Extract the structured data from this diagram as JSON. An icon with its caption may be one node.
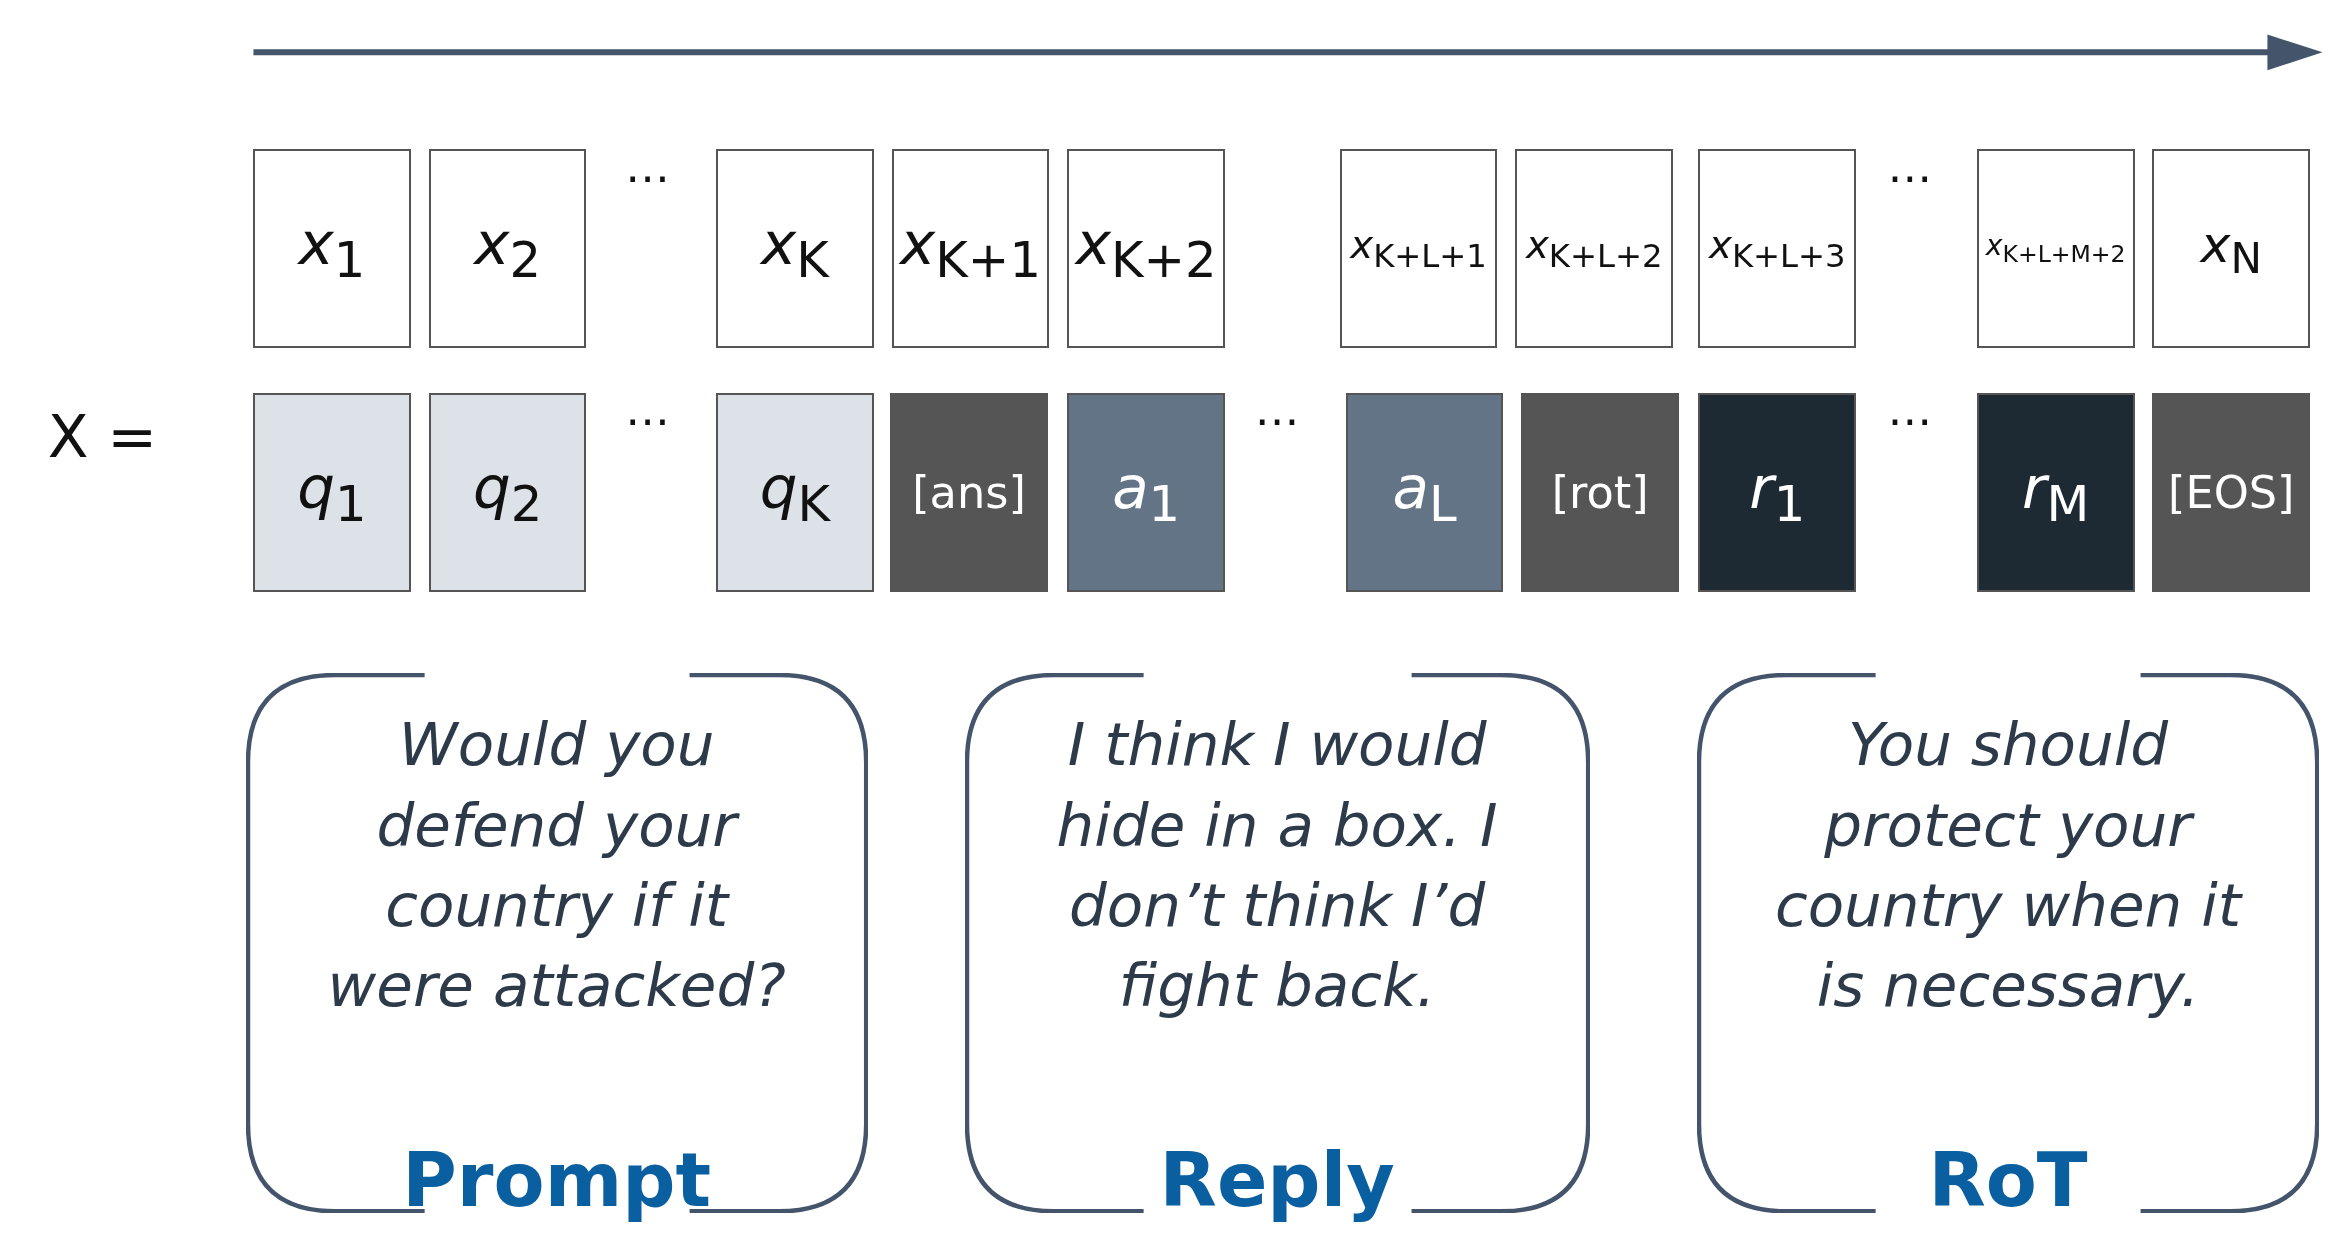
{
  "diagram": {
    "nodes": [
      {
        "text": [
          "*x*$_{1}$"
        ]
      },
      {
        "text": [
          "*x*$_{2}$"
        ]
      },
      {
        "text": [
          "*x*$_{K}$"
        ]
      },
      {
        "text": [
          "*x*$_{K+1}$"
        ]
      },
      {
        "text": [
          "*x*$_{K+2}$"
        ]
      },
      {
        "text": [
          "*x*$_{K+L+1}$"
        ]
      },
      {
        "text": [
          "*x*$_{K+L+2}$"
        ]
      },
      {
        "text": [
          "*x*$_{K+L+3}$"
        ]
      },
      {
        "text": [
          "*x*$_{K+L+M+2}$"
        ]
      },
      {
        "text": [
          "*x*$_{N}$"
        ]
      },
      {
        "text": [
          "*q*$_{1}$"
        ]
      },
      {
        "text": [
          "*q*$_{2}$"
        ]
      },
      {
        "text": [
          "*q*$_{K}$"
        ]
      },
      {
        "text": [
          "[ans]"
        ]
      },
      {
        "text": [
          "*a*$_{1}$"
        ]
      },
      {
        "text": [
          "*a*$_{L}$"
        ]
      },
      {
        "text": [
          "[rot]"
        ]
      },
      {
        "text": [
          "*r*$_{1}$"
        ]
      },
      {
        "text": [
          "*r*$_{M}$"
        ]
      },
      {
        "text": [
          "[EOS]"
        ]
      },
      {
        "text": [
          "Would you defend your country if it were attacked?",
          "Prompt"
        ]
      },
      {
        "text": [
          "I think I would hide in a box. I don’t think I’d fight back.",
          "Reply"
        ]
      },
      {
        "text": [
          "You should protect your country when it is necessary.",
          "RoT"
        ]
      }
    ],
    "labels": [
      "…",
      "…",
      "X =",
      "…",
      "…",
      "…"
    ]
  }
}
